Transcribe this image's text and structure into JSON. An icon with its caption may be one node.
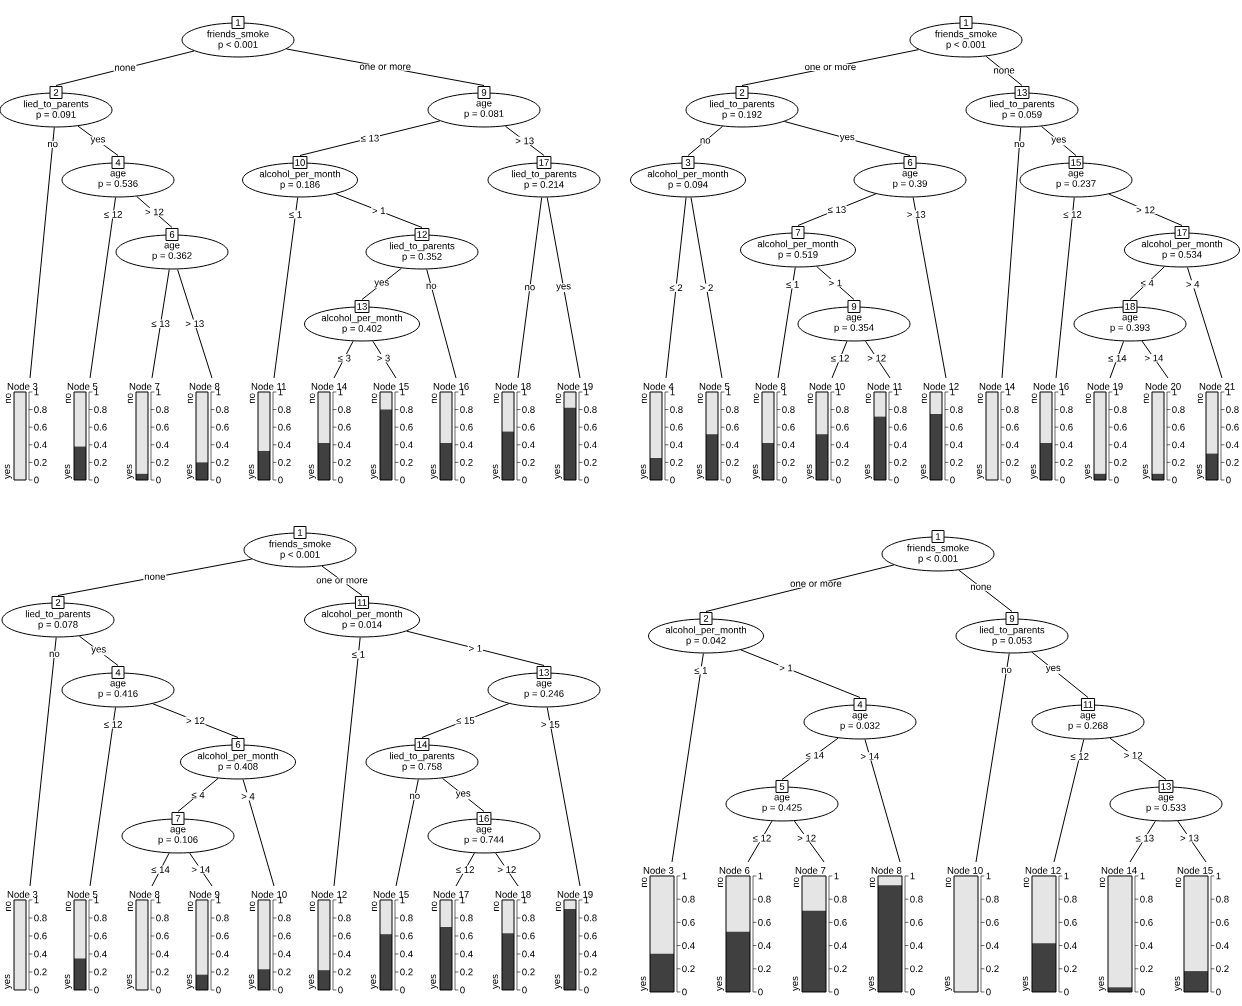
{
  "diagram": {
    "nodes": [
      {
        "text": [
          "1",
          "friends_smoke",
          "p < 0.001"
        ]
      },
      {
        "text": [
          "2",
          "lied_to_parents",
          "p = 0.091"
        ]
      },
      {
        "text": [
          "Node 3",
          "no",
          "yes",
          "1",
          "0.8",
          "0.6",
          "0.4",
          "0.2",
          "0"
        ]
      },
      {
        "text": [
          "4",
          "age",
          "p = 0.536"
        ]
      },
      {
        "text": [
          "Node 5",
          "no",
          "yes",
          "1",
          "0.8",
          "0.6",
          "0.4",
          "0.2",
          "0"
        ]
      },
      {
        "text": [
          "6",
          "age",
          "p = 0.362"
        ]
      },
      {
        "text": [
          "Node 7",
          "no",
          "yes",
          "1",
          "0.8",
          "0.6",
          "0.4",
          "0.2",
          "0"
        ]
      },
      {
        "text": [
          "Node 8",
          "no",
          "yes",
          "1",
          "0.8",
          "0.6",
          "0.4",
          "0.2",
          "0"
        ]
      },
      {
        "text": [
          "9",
          "age",
          "p = 0.081"
        ]
      },
      {
        "text": [
          "10",
          "alcohol_per_month",
          "p = 0.186"
        ]
      },
      {
        "text": [
          "Node 11",
          "no",
          "yes",
          "1",
          "0.8",
          "0.6",
          "0.4",
          "0.2",
          "0"
        ]
      },
      {
        "text": [
          "12",
          "lied_to_parents",
          "p = 0.352"
        ]
      },
      {
        "text": [
          "13",
          "alcohol_per_month",
          "p = 0.402"
        ]
      },
      {
        "text": [
          "Node 14",
          "no",
          "yes",
          "1",
          "0.8",
          "0.6",
          "0.4",
          "0.2",
          "0"
        ]
      },
      {
        "text": [
          "Node 15",
          "no",
          "yes",
          "1",
          "0.8",
          "0.6",
          "0.4",
          "0.2",
          "0"
        ]
      },
      {
        "text": [
          "Node 16",
          "no",
          "yes",
          "1",
          "0.8",
          "0.6",
          "0.4",
          "0.2",
          "0"
        ]
      },
      {
        "text": [
          "17",
          "lied_to_parents",
          "p = 0.214"
        ]
      },
      {
        "text": [
          "Node 18",
          "no",
          "yes",
          "1",
          "0.8",
          "0.6",
          "0.4",
          "0.2",
          "0"
        ]
      },
      {
        "text": [
          "Node 19",
          "no",
          "yes",
          "1",
          "0.8",
          "0.6",
          "0.4",
          "0.2",
          "0"
        ]
      },
      {
        "text": [
          "1",
          "friends_smoke",
          "p < 0.001"
        ]
      },
      {
        "text": [
          "2",
          "lied_to_parents",
          "p = 0.192"
        ]
      },
      {
        "text": [
          "3",
          "alcohol_per_month",
          "p = 0.094"
        ]
      },
      {
        "text": [
          "Node 4",
          "no",
          "yes",
          "1",
          "0.8",
          "0.6",
          "0.4",
          "0.2",
          "0"
        ]
      },
      {
        "text": [
          "Node 5",
          "no",
          "yes",
          "1",
          "0.8",
          "0.6",
          "0.4",
          "0.2",
          "0"
        ]
      },
      {
        "text": [
          "6",
          "age",
          "p = 0.39"
        ]
      },
      {
        "text": [
          "7",
          "alcohol_per_month",
          "p = 0.519"
        ]
      },
      {
        "text": [
          "Node 8",
          "no",
          "yes",
          "1",
          "0.8",
          "0.6",
          "0.4",
          "0.2",
          "0"
        ]
      },
      {
        "text": [
          "9",
          "age",
          "p = 0.354"
        ]
      },
      {
        "text": [
          "Node 10",
          "no",
          "yes",
          "1",
          "0.8",
          "0.6",
          "0.4",
          "0.2",
          "0"
        ]
      },
      {
        "text": [
          "Node 11",
          "no",
          "yes",
          "1",
          "0.8",
          "0.6",
          "0.4",
          "0.2",
          "0"
        ]
      },
      {
        "text": [
          "Node 12",
          "no",
          "yes",
          "1",
          "0.8",
          "0.6",
          "0.4",
          "0.2",
          "0"
        ]
      },
      {
        "text": [
          "13",
          "lied_to_parents",
          "p = 0.059"
        ]
      },
      {
        "text": [
          "Node 14",
          "no",
          "yes",
          "1",
          "0.8",
          "0.6",
          "0.4",
          "0.2",
          "0"
        ]
      },
      {
        "text": [
          "15",
          "age",
          "p = 0.237"
        ]
      },
      {
        "text": [
          "Node 16",
          "no",
          "yes",
          "1",
          "0.8",
          "0.6",
          "0.4",
          "0.2",
          "0"
        ]
      },
      {
        "text": [
          "17",
          "alcohol_per_month",
          "p = 0.534"
        ]
      },
      {
        "text": [
          "18",
          "age",
          "p = 0.393"
        ]
      },
      {
        "text": [
          "Node 19",
          "no",
          "yes",
          "1",
          "0.8",
          "0.6",
          "0.4",
          "0.2",
          "0"
        ]
      },
      {
        "text": [
          "Node 20",
          "no",
          "yes",
          "1",
          "0.8",
          "0.6",
          "0.4",
          "0.2",
          "0"
        ]
      },
      {
        "text": [
          "Node 21",
          "no",
          "yes",
          "1",
          "0.8",
          "0.6",
          "0.4",
          "0.2",
          "0"
        ]
      },
      {
        "text": [
          "1",
          "friends_smoke",
          "p < 0.001"
        ]
      },
      {
        "text": [
          "2",
          "lied_to_parents",
          "p = 0.078"
        ]
      },
      {
        "text": [
          "Node 3",
          "no",
          "yes",
          "1",
          "0.8",
          "0.6",
          "0.4",
          "0.2",
          "0"
        ]
      },
      {
        "text": [
          "4",
          "age",
          "p = 0.416"
        ]
      },
      {
        "text": [
          "Node 5",
          "no",
          "yes",
          "1",
          "0.8",
          "0.6",
          "0.4",
          "0.2",
          "0"
        ]
      },
      {
        "text": [
          "6",
          "alcohol_per_month",
          "p = 0.408"
        ]
      },
      {
        "text": [
          "7",
          "age",
          "p = 0.106"
        ]
      },
      {
        "text": [
          "Node 8",
          "no",
          "yes",
          "1",
          "0.8",
          "0.6",
          "0.4",
          "0.2",
          "0"
        ]
      },
      {
        "text": [
          "Node 9",
          "no",
          "yes",
          "1",
          "0.8",
          "0.6",
          "0.4",
          "0.2",
          "0"
        ]
      },
      {
        "text": [
          "Node 10",
          "no",
          "yes",
          "1",
          "0.8",
          "0.6",
          "0.4",
          "0.2",
          "0"
        ]
      },
      {
        "text": [
          "11",
          "alcohol_per_month",
          "p = 0.014"
        ]
      },
      {
        "text": [
          "Node 12",
          "no",
          "yes",
          "1",
          "0.8",
          "0.6",
          "0.4",
          "0.2",
          "0"
        ]
      },
      {
        "text": [
          "13",
          "age",
          "p = 0.246"
        ]
      },
      {
        "text": [
          "14",
          "lied_to_parents",
          "p = 0.758"
        ]
      },
      {
        "text": [
          "Node 15",
          "no",
          "yes",
          "1",
          "0.8",
          "0.6",
          "0.4",
          "0.2",
          "0"
        ]
      },
      {
        "text": [
          "16",
          "age",
          "p = 0.744"
        ]
      },
      {
        "text": [
          "Node 17",
          "no",
          "yes",
          "1",
          "0.8",
          "0.6",
          "0.4",
          "0.2",
          "0"
        ]
      },
      {
        "text": [
          "Node 18",
          "no",
          "yes",
          "1",
          "0.8",
          "0.6",
          "0.4",
          "0.2",
          "0"
        ]
      },
      {
        "text": [
          "Node 19",
          "no",
          "yes",
          "1",
          "0.8",
          "0.6",
          "0.4",
          "0.2",
          "0"
        ]
      },
      {
        "text": [
          "1",
          "friends_smoke",
          "p < 0.001"
        ]
      },
      {
        "text": [
          "2",
          "alcohol_per_month",
          "p = 0.042"
        ]
      },
      {
        "text": [
          "Node 3",
          "no",
          "yes",
          "1",
          "0.8",
          "0.6",
          "0.4",
          "0.2",
          "0"
        ]
      },
      {
        "text": [
          "4",
          "age",
          "p = 0.032"
        ]
      },
      {
        "text": [
          "5",
          "age",
          "p = 0.425"
        ]
      },
      {
        "text": [
          "Node 6",
          "no",
          "yes",
          "1",
          "0.8",
          "0.6",
          "0.4",
          "0.2",
          "0"
        ]
      },
      {
        "text": [
          "Node 7",
          "no",
          "yes",
          "1",
          "0.8",
          "0.6",
          "0.4",
          "0.2",
          "0"
        ]
      },
      {
        "text": [
          "Node 8",
          "no",
          "yes",
          "1",
          "0.8",
          "0.6",
          "0.4",
          "0.2",
          "0"
        ]
      },
      {
        "text": [
          "9",
          "lied_to_parents",
          "p = 0.053"
        ]
      },
      {
        "text": [
          "Node 10",
          "no",
          "yes",
          "1",
          "0.8",
          "0.6",
          "0.4",
          "0.2",
          "0"
        ]
      },
      {
        "text": [
          "11",
          "age",
          "p = 0.268"
        ]
      },
      {
        "text": [
          "Node 12",
          "no",
          "yes",
          "1",
          "0.8",
          "0.6",
          "0.4",
          "0.2",
          "0"
        ]
      },
      {
        "text": [
          "13",
          "age",
          "p = 0.533"
        ]
      },
      {
        "text": [
          "Node 14",
          "no",
          "yes",
          "1",
          "0.8",
          "0.6",
          "0.4",
          "0.2",
          "0"
        ]
      },
      {
        "text": [
          "Node 15",
          "no",
          "yes",
          "1",
          "0.8",
          "0.6",
          "0.4",
          "0.2",
          "0"
        ]
      }
    ],
    "edges": [
      {
        "from": 0,
        "to": 1,
        "arrow": "none",
        "label": "none"
      },
      {
        "from": 1,
        "to": 2,
        "arrow": "none",
        "label": "no"
      },
      {
        "from": 1,
        "to": 3,
        "arrow": "none",
        "label": "yes"
      },
      {
        "from": 3,
        "to": 4,
        "arrow": "none",
        "label": "≤ 12"
      },
      {
        "from": 3,
        "to": 5,
        "arrow": "none",
        "label": "> 12"
      },
      {
        "from": 5,
        "to": 6,
        "arrow": "none",
        "label": "≤ 13"
      },
      {
        "from": 5,
        "to": 7,
        "arrow": "none",
        "label": "> 13"
      },
      {
        "from": 0,
        "to": 8,
        "arrow": "none",
        "label": "one or more"
      },
      {
        "from": 8,
        "to": 9,
        "arrow": "none",
        "label": "≤ 13"
      },
      {
        "from": 9,
        "to": 10,
        "arrow": "none",
        "label": "≤ 1"
      },
      {
        "from": 9,
        "to": 11,
        "arrow": "none",
        "label": "> 1"
      },
      {
        "from": 11,
        "to": 12,
        "arrow": "none",
        "label": "yes"
      },
      {
        "from": 12,
        "to": 13,
        "arrow": "none",
        "label": "≤ 3"
      },
      {
        "from": 12,
        "to": 14,
        "arrow": "none",
        "label": "> 3"
      },
      {
        "from": 11,
        "to": 15,
        "arrow": "none",
        "label": "no"
      },
      {
        "from": 8,
        "to": 16,
        "arrow": "none",
        "label": "> 13"
      },
      {
        "from": 16,
        "to": 17,
        "arrow": "none",
        "label": "no"
      },
      {
        "from": 16,
        "to": 18,
        "arrow": "none",
        "label": "yes"
      },
      {
        "from": 19,
        "to": 20,
        "arrow": "none",
        "label": "one or more"
      },
      {
        "from": 20,
        "to": 21,
        "arrow": "none",
        "label": "no"
      },
      {
        "from": 21,
        "to": 22,
        "arrow": "none",
        "label": "≤ 2"
      },
      {
        "from": 21,
        "to": 23,
        "arrow": "none",
        "label": "> 2"
      },
      {
        "from": 20,
        "to": 24,
        "arrow": "none",
        "label": "yes"
      },
      {
        "from": 24,
        "to": 25,
        "arrow": "none",
        "label": "≤ 13"
      },
      {
        "from": 25,
        "to": 26,
        "arrow": "none",
        "label": "≤ 1"
      },
      {
        "from": 25,
        "to": 27,
        "arrow": "none",
        "label": "> 1"
      },
      {
        "from": 27,
        "to": 28,
        "arrow": "none",
        "label": "≤ 12"
      },
      {
        "from": 27,
        "to": 29,
        "arrow": "none",
        "label": "> 12"
      },
      {
        "from": 24,
        "to": 30,
        "arrow": "none",
        "label": "> 13"
      },
      {
        "from": 19,
        "to": 31,
        "arrow": "none",
        "label": "none"
      },
      {
        "from": 31,
        "to": 32,
        "arrow": "none",
        "label": "no"
      },
      {
        "from": 31,
        "to": 33,
        "arrow": "none",
        "label": "yes"
      },
      {
        "from": 33,
        "to": 34,
        "arrow": "none",
        "label": "≤ 12"
      },
      {
        "from": 33,
        "to": 35,
        "arrow": "none",
        "label": "> 12"
      },
      {
        "from": 35,
        "to": 36,
        "arrow": "none",
        "label": "≤ 4"
      },
      {
        "from": 36,
        "to": 37,
        "arrow": "none",
        "label": "≤ 14"
      },
      {
        "from": 36,
        "to": 38,
        "arrow": "none",
        "label": "> 14"
      },
      {
        "from": 35,
        "to": 39,
        "arrow": "none",
        "label": "> 4"
      },
      {
        "from": 40,
        "to": 41,
        "arrow": "none",
        "label": "none"
      },
      {
        "from": 41,
        "to": 42,
        "arrow": "none",
        "label": "no"
      },
      {
        "from": 41,
        "to": 43,
        "arrow": "none",
        "label": "yes"
      },
      {
        "from": 43,
        "to": 44,
        "arrow": "none",
        "label": "≤ 12"
      },
      {
        "from": 43,
        "to": 45,
        "arrow": "none",
        "label": "> 12"
      },
      {
        "from": 45,
        "to": 46,
        "arrow": "none",
        "label": "≤ 4"
      },
      {
        "from": 46,
        "to": 47,
        "arrow": "none",
        "label": "≤ 14"
      },
      {
        "from": 46,
        "to": 48,
        "arrow": "none",
        "label": "> 14"
      },
      {
        "from": 45,
        "to": 49,
        "arrow": "none",
        "label": "> 4"
      },
      {
        "from": 40,
        "to": 50,
        "arrow": "none",
        "label": "one or more"
      },
      {
        "from": 50,
        "to": 51,
        "arrow": "none",
        "label": "≤ 1"
      },
      {
        "from": 50,
        "to": 52,
        "arrow": "none",
        "label": "> 1"
      },
      {
        "from": 52,
        "to": 53,
        "arrow": "none",
        "label": "≤ 15"
      },
      {
        "from": 53,
        "to": 54,
        "arrow": "none",
        "label": "no"
      },
      {
        "from": 53,
        "to": 55,
        "arrow": "none",
        "label": "yes"
      },
      {
        "from": 55,
        "to": 56,
        "arrow": "none",
        "label": "≤ 12"
      },
      {
        "from": 55,
        "to": 57,
        "arrow": "none",
        "label": "> 12"
      },
      {
        "from": 52,
        "to": 58,
        "arrow": "none",
        "label": "> 15"
      },
      {
        "from": 59,
        "to": 60,
        "arrow": "none",
        "label": "one or more"
      },
      {
        "from": 60,
        "to": 61,
        "arrow": "none",
        "label": "≤ 1"
      },
      {
        "from": 60,
        "to": 62,
        "arrow": "none",
        "label": "> 1"
      },
      {
        "from": 62,
        "to": 63,
        "arrow": "none",
        "label": "≤ 14"
      },
      {
        "from": 63,
        "to": 64,
        "arrow": "none",
        "label": "≤ 12"
      },
      {
        "from": 63,
        "to": 65,
        "arrow": "none",
        "label": "> 12"
      },
      {
        "from": 62,
        "to": 66,
        "arrow": "none",
        "label": "> 14"
      },
      {
        "from": 59,
        "to": 67,
        "arrow": "none",
        "label": "none"
      },
      {
        "from": 67,
        "to": 68,
        "arrow": "none",
        "label": "no"
      },
      {
        "from": 67,
        "to": 69,
        "arrow": "none",
        "label": "yes"
      },
      {
        "from": 69,
        "to": 70,
        "arrow": "none",
        "label": "≤ 12"
      },
      {
        "from": 69,
        "to": 71,
        "arrow": "none",
        "label": "> 12"
      },
      {
        "from": 71,
        "to": 72,
        "arrow": "none",
        "label": "≤ 13"
      },
      {
        "from": 71,
        "to": 73,
        "arrow": "none",
        "label": "> 13"
      }
    ]
  }
}
